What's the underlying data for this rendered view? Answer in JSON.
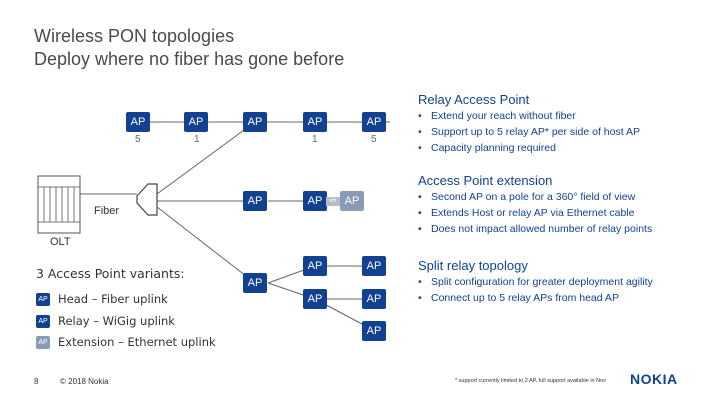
{
  "title": {
    "line1": "Wireless PON topologies",
    "line2": "Deploy where no fiber has gone before"
  },
  "relay": {
    "title": "Relay Access Point",
    "bullets": [
      "Extend your reach without fiber",
      "Support up to 5 relay AP* per side of host AP",
      "Capacity planning required"
    ],
    "left_labels": [
      "5",
      "1"
    ],
    "right_labels": [
      "1",
      "5"
    ]
  },
  "extension": {
    "title": "Access Point extension",
    "bullets": [
      "Second AP on a pole for a 360° field of view",
      "Extends Host or relay AP via Ethernet cable",
      "Does not impact allowed number of relay points"
    ],
    "link_label": "eth"
  },
  "split": {
    "title": "Split relay topology",
    "bullets": [
      "Split configuration for greater deployment agility",
      "Connect up to 5 relay APs from head AP"
    ]
  },
  "ap_label": "AP",
  "olt": {
    "fiber_label": "Fiber",
    "olt_label": "OLT"
  },
  "variants": {
    "title": "3 Access Point variants:",
    "items": [
      {
        "badge": "AP",
        "label": "Head – Fiber uplink"
      },
      {
        "badge": "AP",
        "label": "Relay – WiGig uplink"
      },
      {
        "badge": "AP",
        "label": "Extension – Ethernet uplink"
      }
    ]
  },
  "footer": {
    "page": "8",
    "copyright": "© 2018 Nokia",
    "note": "* support currently limited to 2 AP, full support available in Nov",
    "brand": "NOKIA"
  },
  "colors": {
    "nokia_blue": "#124191",
    "extension_grey": "#8a9bb6"
  }
}
